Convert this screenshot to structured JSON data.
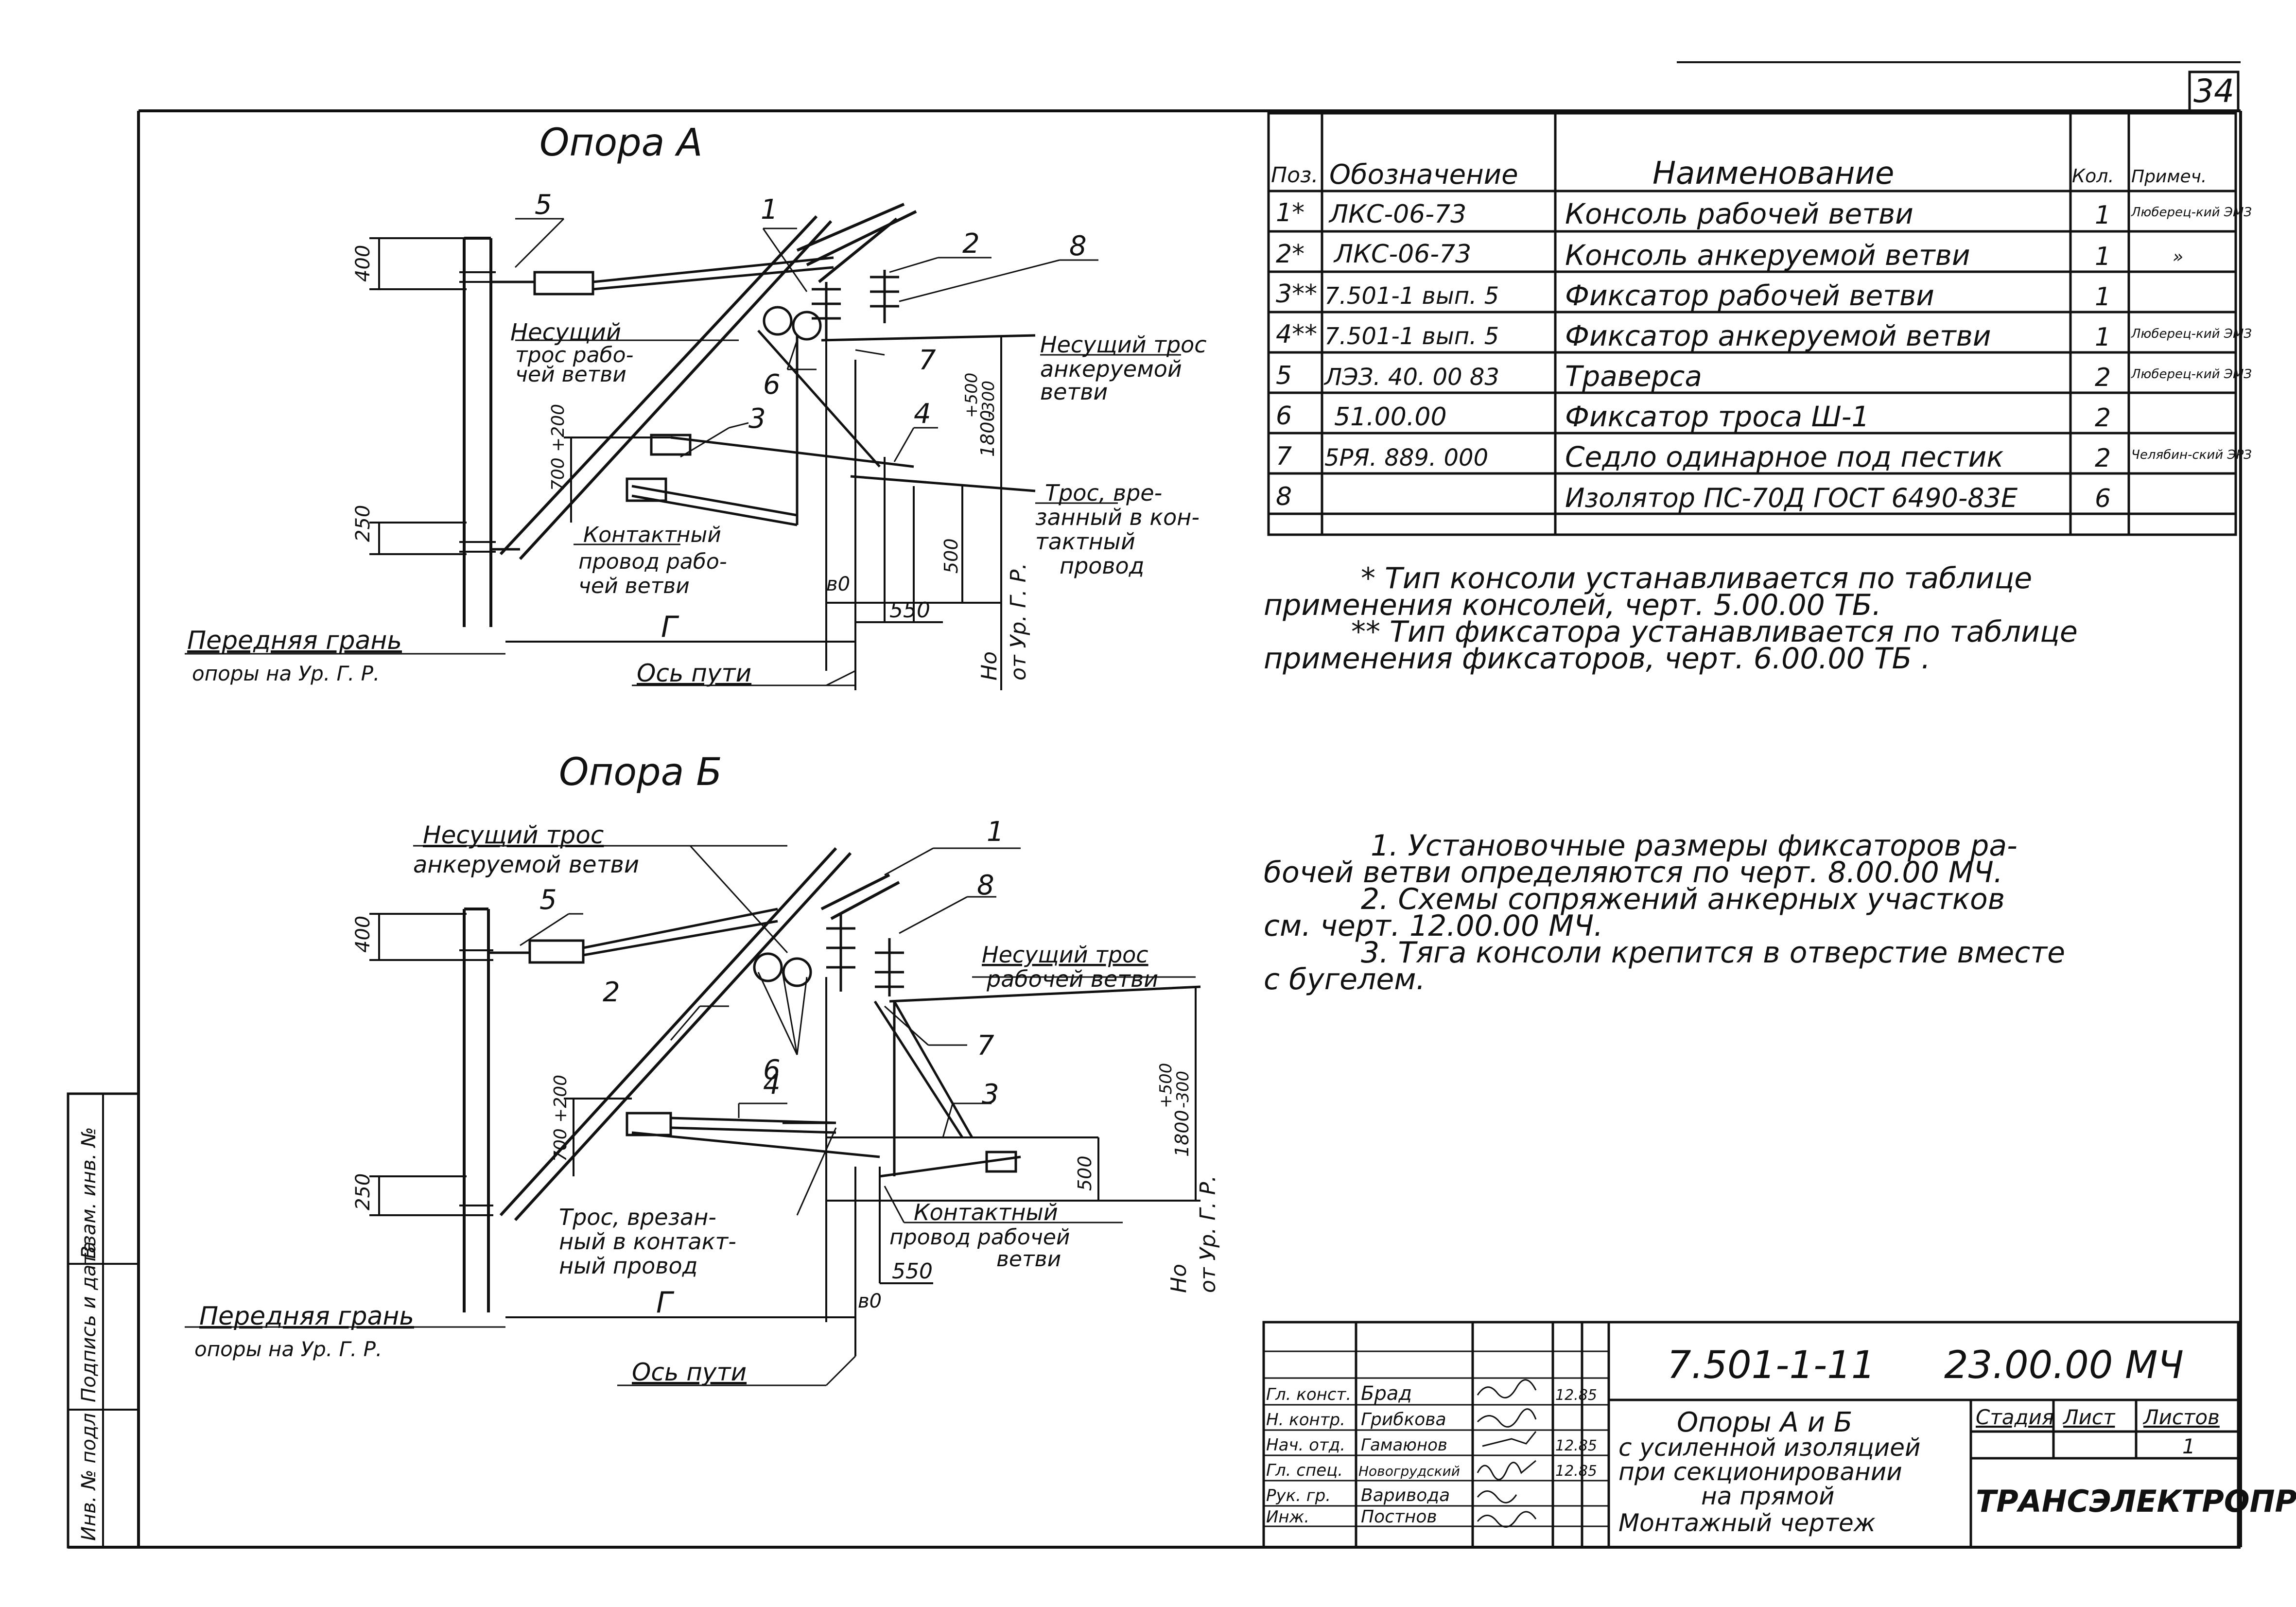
{
  "sheet_number": "34",
  "support_a": {
    "title": "Опора А",
    "callouts": [
      "1",
      "2",
      "3",
      "4",
      "5",
      "6",
      "7",
      "8"
    ],
    "labels": {
      "work_cable_1": "Несущий",
      "work_cable_2": "трос рабо-",
      "work_cable_3": "чей ветви",
      "anchor_cable_1": "Несущий трос",
      "anchor_cable_2": "анкеруемой",
      "anchor_cable_3": "ветви",
      "cut_cable_1": "Трос, вре-",
      "cut_cable_2": "занный в кон-",
      "cut_cable_3": "тактный",
      "cut_cable_4": "провод",
      "contact_1": "Контактный",
      "contact_2": "провод рабо-",
      "contact_3": "чей ветви",
      "face_1": "Передняя грань",
      "face_2": "опоры на Ур. Г. Р.",
      "axis": "Ось пути",
      "g": "Г",
      "ho": "Но",
      "ur": "от Ур. Г. Р."
    },
    "dims": {
      "d400": "400",
      "d700": "700 +200",
      "d250": "250",
      "d500": "500",
      "d1800": "1800",
      "d_plus500": "+500",
      "d_minus300": "-300",
      "d550": "550",
      "b0": "в0"
    }
  },
  "support_b": {
    "title": "Опора Б",
    "callouts": [
      "1",
      "2",
      "3",
      "4",
      "5",
      "6",
      "7",
      "8"
    ],
    "labels": {
      "anchor_cable_1": "Несущий трос",
      "anchor_cable_2": "анкеруемой ветви",
      "work_cable_1": "Несущий трос",
      "work_cable_2": "рабочей ветви",
      "cut_cable_1": "Трос, врезан-",
      "cut_cable_2": "ный в контакт-",
      "cut_cable_3": "ный провод",
      "contact_1": "Контактный",
      "contact_2": "провод рабочей",
      "contact_3": "ветви",
      "face_1": "Передняя грань",
      "face_2": "опоры на Ур. Г. Р.",
      "axis": "Ось пути",
      "g": "Г",
      "ho": "Но",
      "ur": "от Ур. Г. Р."
    },
    "dims": {
      "d400": "400",
      "d700": "700 +200",
      "d250": "250",
      "d500": "500",
      "d1800": "1800",
      "d_plus500": "+500",
      "d_minus300": "-300",
      "d550": "550",
      "b0": "в0"
    }
  },
  "spec_table": {
    "headers": [
      "Поз.",
      "Обозначение",
      "Наименование",
      "Кол.",
      "Примеч."
    ],
    "rows": [
      {
        "pos": "1*",
        "code": "ЛКС-06-73",
        "name": "Консоль рабочей ветви",
        "qty": "1",
        "note": "Люберец-кий ЭМЗ"
      },
      {
        "pos": "2*",
        "code": "ЛКС-06-73",
        "name": "Консоль анкеруемой ветви",
        "qty": "1",
        "note": "»"
      },
      {
        "pos": "3**",
        "code": "7.501-1 вып. 5",
        "name": "Фиксатор рабочей ветви",
        "qty": "1",
        "note": ""
      },
      {
        "pos": "4**",
        "code": "7.501-1 вып. 5",
        "name": "Фиксатор анкеруемой ветви",
        "qty": "1",
        "note": "Люберец-кий ЭМЗ"
      },
      {
        "pos": "5",
        "code": "ЛЭЗ. 40. 00 83",
        "name": "Траверса",
        "qty": "2",
        "note": "Люберец-кий ЭМЗ"
      },
      {
        "pos": "6",
        "code": "51.00.00",
        "name": "Фиксатор троса Ш-1",
        "qty": "2",
        "note": ""
      },
      {
        "pos": "7",
        "code": "5РЯ. 889. 000",
        "name": "Седло одинарное под пестик",
        "qty": "2",
        "note": "Челябин-ский ЭРЗ"
      },
      {
        "pos": "8",
        "code": "",
        "name": "Изолятор ПС-70Д ГОСТ 6490-83Е",
        "qty": "6",
        "note": ""
      }
    ]
  },
  "footnotes": {
    "f1_a": "* Тип консоли устанавливается по таблице",
    "f1_b": "применения консолей, черт. 5.00.00 ТБ.",
    "f2_a": "** Тип фиксатора устанавливается по таблице",
    "f2_b": "применения фиксаторов, черт. 6.00.00 ТБ ."
  },
  "notes": {
    "n1_a": "1. Установочные размеры фиксаторов ра-",
    "n1_b": "бочей ветви определяются по черт. 8.00.00 МЧ.",
    "n2_a": "2. Схемы сопряжений анкерных участков",
    "n2_b": "см. черт. 12.00.00 МЧ.",
    "n3_a": "3. Тяга консоли крепится в отверстие вместе",
    "n3_b": "с бугелем."
  },
  "side_stamp": {
    "inv_podl": "Инв. № подл",
    "podp_data": "Подпись и дата",
    "vzam_inv": "Взам. инв. №"
  },
  "title_block": {
    "doc_code_left": "7.501-1-11",
    "doc_code_right": "23.00.00 МЧ",
    "title_1": "Опоры А и Б",
    "title_2": "с усиленной изоляцией",
    "title_3": "при секционировании",
    "title_4": "на прямой",
    "title_5": "Монтажный чертеж",
    "stage_label": "Стадия",
    "sheet_label": "Лист",
    "sheets_label": "Листов",
    "sheets_value": "1",
    "org": "ТРАНСЭЛЕКТРОПРОЕКТ",
    "signatures": [
      {
        "role": "Гл. конст.",
        "name": "Брад",
        "date": "12.85"
      },
      {
        "role": "Н. контр.",
        "name": "Грибкова",
        "date": ""
      },
      {
        "role": "Нач. отд.",
        "name": "Гамаюнов",
        "date": "12.85"
      },
      {
        "role": "Гл. спец.",
        "name": "Новогрудский",
        "date": "12.85"
      },
      {
        "role": "Рук. гр.",
        "name": "Варивода",
        "date": ""
      },
      {
        "role": "Инж.",
        "name": "Постнов",
        "date": ""
      }
    ]
  }
}
